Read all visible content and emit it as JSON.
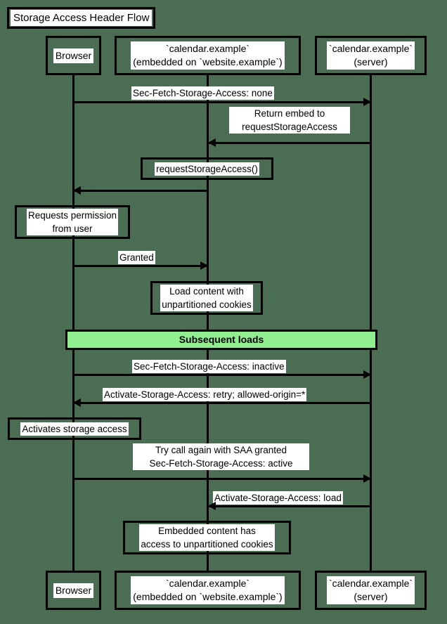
{
  "diagram": {
    "title": "Storage Access Header Flow",
    "background_color": "#4b6d54",
    "line_color": "#000000",
    "label_background": "#ffffff",
    "divider_color": "#90ee90"
  },
  "participants": [
    {
      "id": "browser",
      "label": "Browser"
    },
    {
      "id": "embed",
      "label": "`calendar.example`\n(embedded on `website.example`)"
    },
    {
      "id": "server",
      "label": "`calendar.example`\n(server)"
    }
  ],
  "participants_bottom": [
    {
      "id": "browser",
      "label": "Browser"
    },
    {
      "id": "embed",
      "label": "`calendar.example`\n(embedded on `website.example`)"
    },
    {
      "id": "server",
      "label": "`calendar.example`\n(server)"
    }
  ],
  "messages": [
    {
      "id": "m1",
      "from": "browser",
      "to": "server",
      "direction": "right",
      "label": "Sec-Fetch-Storage-Access: none"
    },
    {
      "id": "m2",
      "from": "server",
      "to": "embed",
      "direction": "left",
      "label": "Return embed to\nrequestStorageAccess"
    },
    {
      "id": "m3",
      "from": "embed",
      "to": "browser",
      "direction": "left",
      "label": ""
    },
    {
      "id": "m4",
      "from": "browser",
      "to": "embed",
      "direction": "right",
      "label": "Granted"
    },
    {
      "id": "m5",
      "from": "browser",
      "to": "server",
      "direction": "right",
      "label": "Sec-Fetch-Storage-Access: inactive"
    },
    {
      "id": "m6",
      "from": "server",
      "to": "browser",
      "direction": "left",
      "label": "Activate-Storage-Access: retry; allowed-origin=*"
    },
    {
      "id": "m7",
      "from": "browser",
      "to": "server",
      "direction": "right",
      "label": "Try call again with SAA granted\nSec-Fetch-Storage-Access: active"
    },
    {
      "id": "m8",
      "from": "server",
      "to": "embed",
      "direction": "left",
      "label": "Activate-Storage-Access: load"
    }
  ],
  "notes": [
    {
      "id": "n1",
      "over": "embed",
      "label": "requestStorageAccess()"
    },
    {
      "id": "n2",
      "over": "browser",
      "label": "Requests permission\nfrom user"
    },
    {
      "id": "n3",
      "over": "embed",
      "label": "Load content with\nunpartitioned cookies"
    },
    {
      "id": "n4",
      "over": "browser",
      "label": "Activates storage access"
    },
    {
      "id": "n5",
      "over": "embed",
      "label": "Embedded content has\naccess to unpartitioned cookies"
    }
  ],
  "dividers": [
    {
      "id": "d1",
      "label": "Subsequent loads"
    }
  ]
}
